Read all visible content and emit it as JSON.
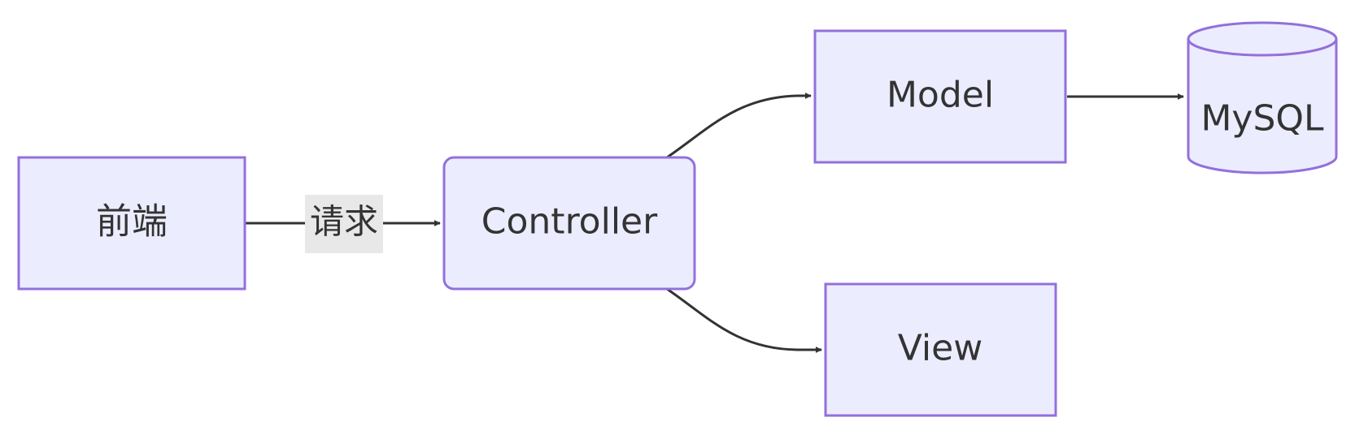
{
  "diagram": {
    "type": "flowchart",
    "direction": "left-to-right",
    "colors": {
      "node_fill": "#ECECFF",
      "node_stroke": "#9370DB",
      "edge": "#333333",
      "edge_label_bg": "#E8E8E8",
      "text": "#333333"
    },
    "nodes": {
      "frontend": {
        "label": "前端",
        "shape": "rectangle"
      },
      "controller": {
        "label": "Controller",
        "shape": "rounded-rectangle"
      },
      "model": {
        "label": "Model",
        "shape": "rectangle"
      },
      "view": {
        "label": "View",
        "shape": "rectangle"
      },
      "mysql": {
        "label": "MySQL",
        "shape": "cylinder"
      }
    },
    "edges": [
      {
        "from": "frontend",
        "to": "controller",
        "label": "请求"
      },
      {
        "from": "controller",
        "to": "model",
        "label": ""
      },
      {
        "from": "controller",
        "to": "view",
        "label": ""
      },
      {
        "from": "model",
        "to": "mysql",
        "label": ""
      }
    ]
  }
}
